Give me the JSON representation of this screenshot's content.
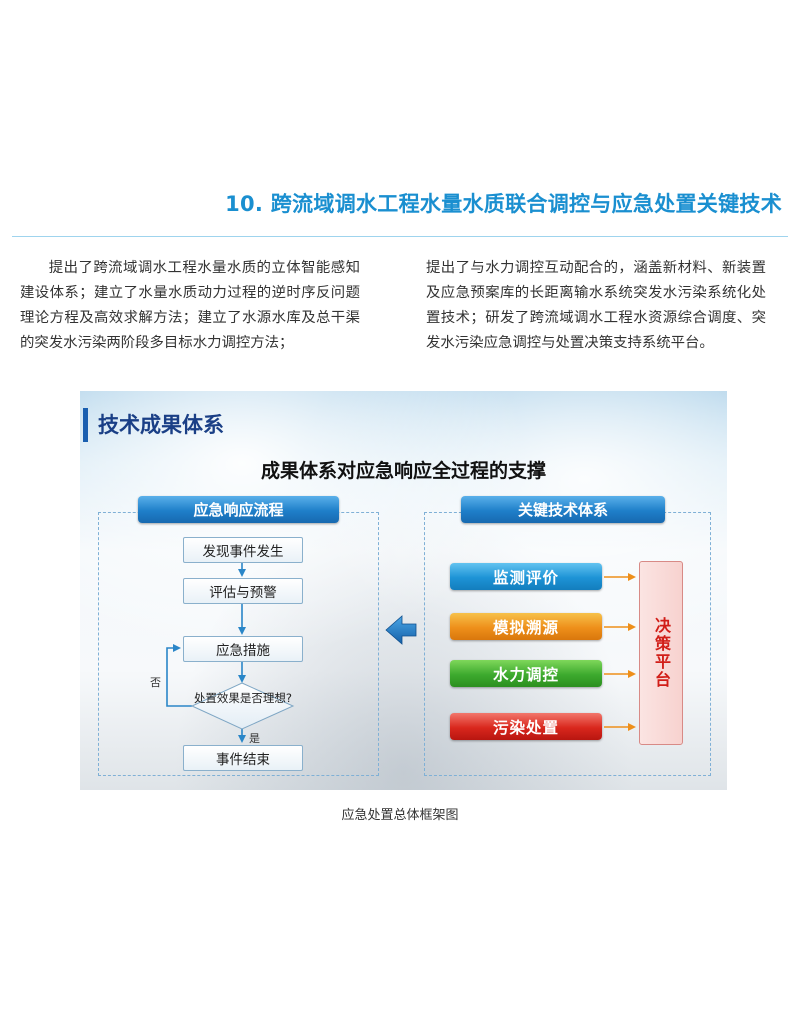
{
  "section": {
    "title": "10. 跨流域调水工程水量水质联合调控与应急处置关键技术"
  },
  "body": {
    "left_paragraph": "提出了跨流域调水工程水量水质的立体智能感知建设体系；建立了水量水质动力过程的逆时序反问题理论方程及高效求解方法；建立了水源水库及总干渠的突发水污染两阶段多目标水力调控方法；",
    "right_paragraph": "提出了与水力调控互动配合的，涵盖新材料、新装置及应急预案库的长距离输水系统突发水污染系统化处置技术；研发了跨流域调水工程水资源综合调度、突发水污染应急调控与处置决策支持系统平台。"
  },
  "figure": {
    "heading": "技术成果体系",
    "subtitle": "成果体系对应急响应全过程的支撑",
    "left_panel": {
      "header": "应急响应流程",
      "steps": [
        "发现事件发生",
        "评估与预警",
        "应急措施",
        "事件结束"
      ],
      "decision": "处置效果是否理想?",
      "no_label": "否",
      "yes_label": "是"
    },
    "right_panel": {
      "header": "关键技术体系",
      "techniques": [
        "监测评价",
        "模拟溯源",
        "水力调控",
        "污染处置"
      ],
      "decision_box": "决策平台"
    },
    "colors": {
      "flow_arrow": "#2a86c8",
      "tech_arrow": "#ee8f1a",
      "big_arrow": "#1a75c2"
    },
    "icons": [
      "left-arrow-icon"
    ]
  },
  "caption": "应急处置总体框架图"
}
